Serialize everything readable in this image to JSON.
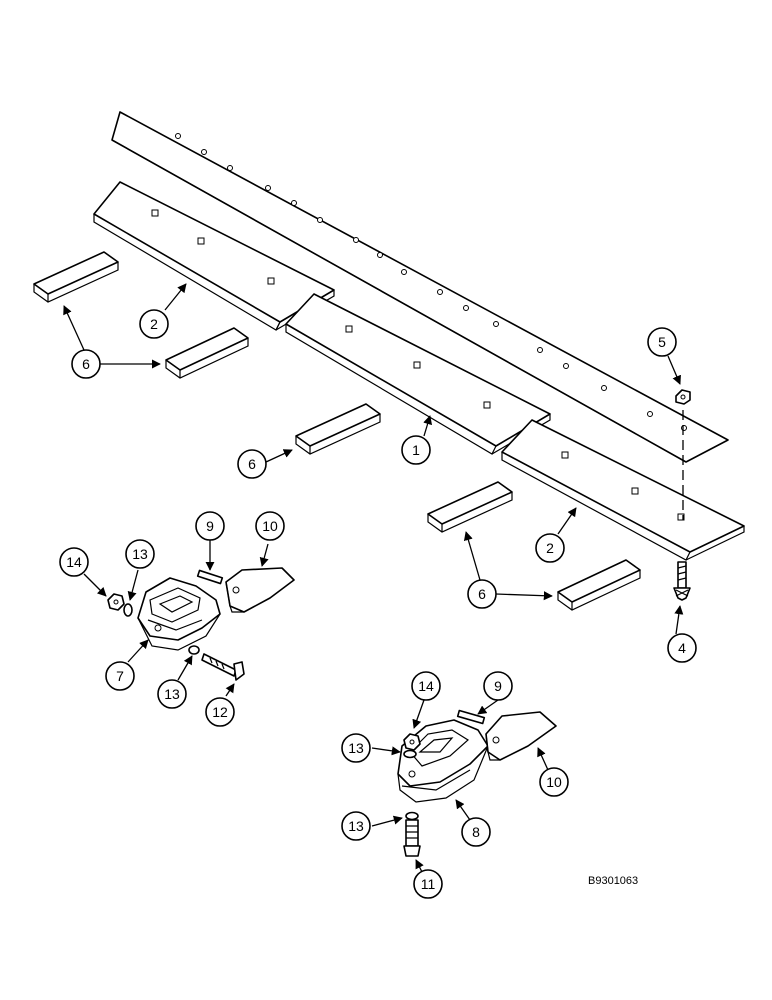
{
  "callouts": {
    "c1": "1",
    "c2a": "2",
    "c2b": "2",
    "c4": "4",
    "c5": "5",
    "c6a": "6",
    "c6b": "6",
    "c6c": "6",
    "c7": "7",
    "c8": "8",
    "c9a": "9",
    "c9b": "9",
    "c10a": "10",
    "c10b": "10",
    "c11": "11",
    "c12": "12",
    "c13a": "13",
    "c13b": "13",
    "c13c": "13",
    "c13d": "13",
    "c14a": "14",
    "c14b": "14"
  },
  "figure_ref": "B9301063"
}
